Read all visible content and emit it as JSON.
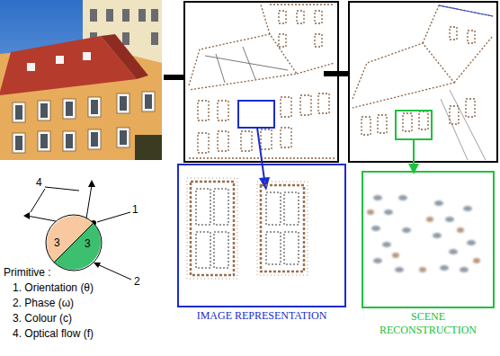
{
  "diagram": {
    "nodes": [
      {
        "text": [
          "IMAGE REPRESENTATION"
        ]
      },
      {
        "text": [
          "SCENE RECONSTRUCTION"
        ]
      },
      {
        "text": [
          "3",
          "3"
        ]
      }
    ],
    "labels": [
      "4",
      "1",
      "2",
      "Primitive :",
      "1. Orientation (θ)",
      "2. Phase (ω)",
      "3. Colour (c)",
      "4. Optical flow (f)"
    ]
  }
}
